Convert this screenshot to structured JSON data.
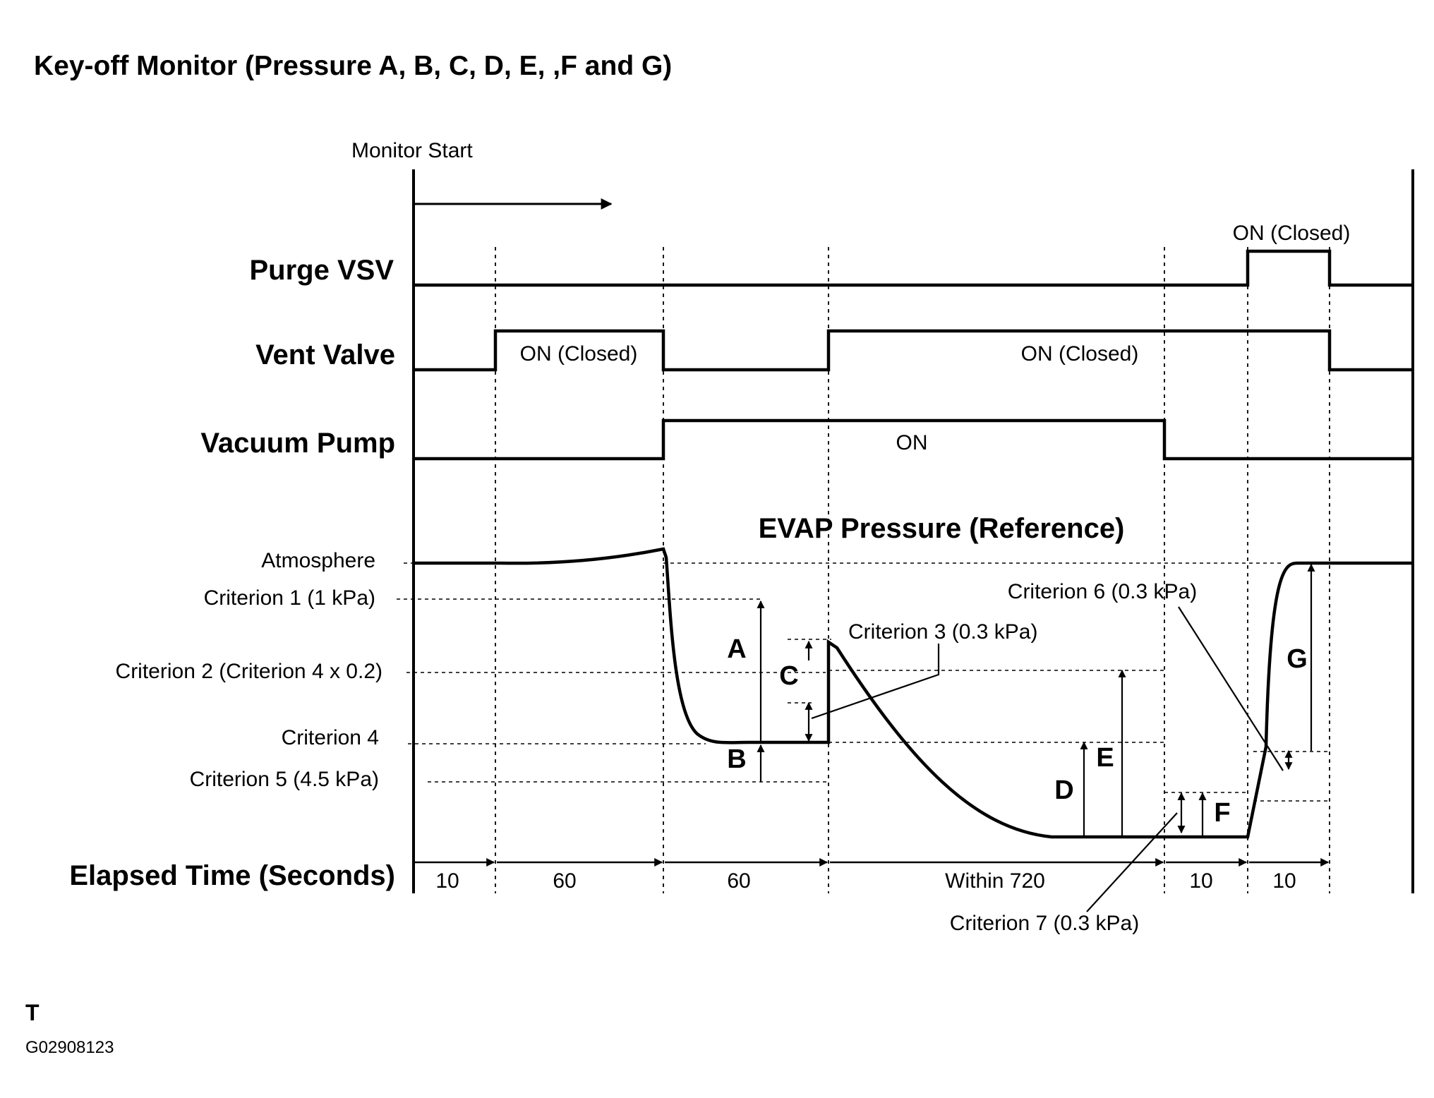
{
  "title": "Key-off  Monitor (Pressure A, B, C, D, E, ,F and G)",
  "monitor_start": "Monitor Start",
  "signals": {
    "purge_vsv": {
      "name": "Purge VSV",
      "on_label": "ON (Closed)"
    },
    "vent_valve": {
      "name": "Vent Valve",
      "on_label_1": "ON (Closed)",
      "on_label_2": "ON (Closed)"
    },
    "vacuum_pump": {
      "name": "Vacuum Pump",
      "on_label": "ON"
    }
  },
  "pressure": {
    "heading": "EVAP Pressure (Reference)",
    "levels": {
      "atmosphere": "Atmosphere",
      "criterion1": "Criterion 1 (1 kPa)",
      "criterion2": "Criterion 2 (Criterion 4 x 0.2)",
      "criterion4": "Criterion 4",
      "criterion5": "Criterion 5 (4.5 kPa)"
    },
    "callouts": {
      "criterion3": "Criterion 3 (0.3 kPa)",
      "criterion6": "Criterion 6 (0.3 kPa)",
      "criterion7": "Criterion 7 (0.3 kPa)"
    },
    "markers": {
      "a": "A",
      "b": "B",
      "c": "C",
      "d": "D",
      "e": "E",
      "f": "F",
      "g": "G"
    }
  },
  "elapsed_time": {
    "label": "Elapsed Time (Seconds)",
    "segments": [
      "10",
      "60",
      "60",
      "Within 720",
      "10",
      "10"
    ]
  },
  "footer": {
    "mark": "T",
    "code": "G02908123"
  }
}
